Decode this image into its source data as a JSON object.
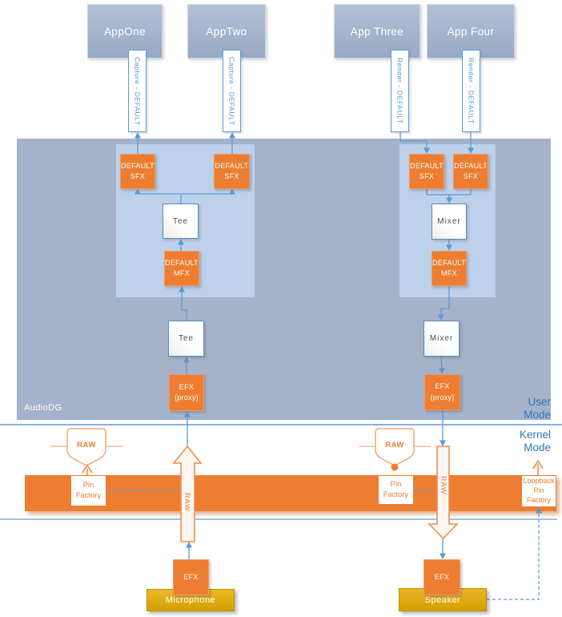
{
  "apps": [
    {
      "label": "AppOne",
      "stream": "Capture - DEFAULT"
    },
    {
      "label": "AppTwo",
      "stream": "Capture - DEFAULT"
    },
    {
      "label": "App Three",
      "stream": "Render - DEFAULT"
    },
    {
      "label": "App Four",
      "stream": "Render - DEFAULT"
    }
  ],
  "audiodg_label": "AudioDG",
  "modes": {
    "user": "User Mode",
    "kernel": "Kernel Mode"
  },
  "capture": {
    "sfx_left": "DEFAULT SFX",
    "sfx_right": "DEFAULT SFX",
    "tee_top": "Tee",
    "mfx": "DEFAULT MFX",
    "tee_bottom": "Tee",
    "efx_proxy_line1": "EFX",
    "efx_proxy_line2": "(proxy)",
    "raw_pin": "RAW",
    "raw_arrow": "RAW",
    "pin_factory": "Pin Factory",
    "device_efx": "EFX",
    "device": "Microphone"
  },
  "render": {
    "sfx_left": "DEFAULT SFX",
    "sfx_right": "DEFAULT SFX",
    "mixer_top": "Mixer",
    "mfx": "DEFAULT MFX",
    "mixer_bottom": "Mixer",
    "efx_proxy_line1": "EFX",
    "efx_proxy_line2": "(proxy)",
    "raw_pin": "RAW",
    "raw_arrow": "RAW",
    "pin_factory": "Pin Factory",
    "device_efx": "EFX",
    "device": "Speaker"
  },
  "loopback_pin_factory": "Loopback Pin Factory",
  "colors": {
    "accent_orange": "#ed7d31",
    "accent_blue": "#5b9bd5",
    "mode_text": "#2e75b6",
    "device_gold": "#d3a000",
    "region_fill": "#a5b3ca",
    "panel_fill": "#bdd1eb"
  }
}
